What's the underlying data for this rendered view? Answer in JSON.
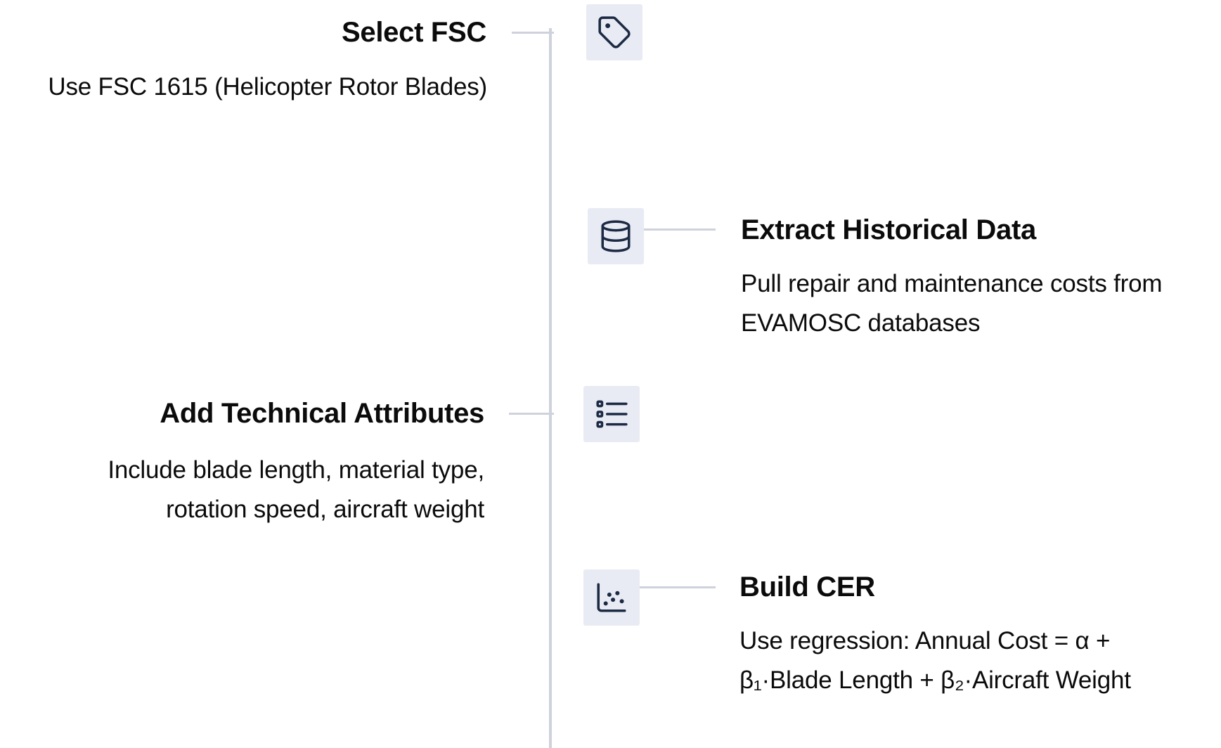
{
  "steps": [
    {
      "title": "Select FSC",
      "description": "Use FSC 1615 (Helicopter Rotor Blades)",
      "icon": "tag-icon",
      "side": "left"
    },
    {
      "title": "Extract Historical Data",
      "description_lines": [
        "Pull repair and maintenance costs from",
        "EVAMOSC databases"
      ],
      "icon": "database-icon",
      "side": "right"
    },
    {
      "title": "Add Technical Attributes",
      "description_lines": [
        "Include blade length, material type,",
        "rotation speed, aircraft weight"
      ],
      "icon": "list-icon",
      "side": "left"
    },
    {
      "title": "Build CER",
      "description_lines": [
        "Use regression: Annual Cost = α +",
        "β₁·Blade Length + β₂·Aircraft Weight"
      ],
      "icon": "scatter-chart-icon",
      "side": "right"
    }
  ],
  "colors": {
    "line": "#cfd2dc",
    "icon_background": "#e8ebf3",
    "icon_stroke": "#1c2a44",
    "text": "#0b0b0b"
  }
}
